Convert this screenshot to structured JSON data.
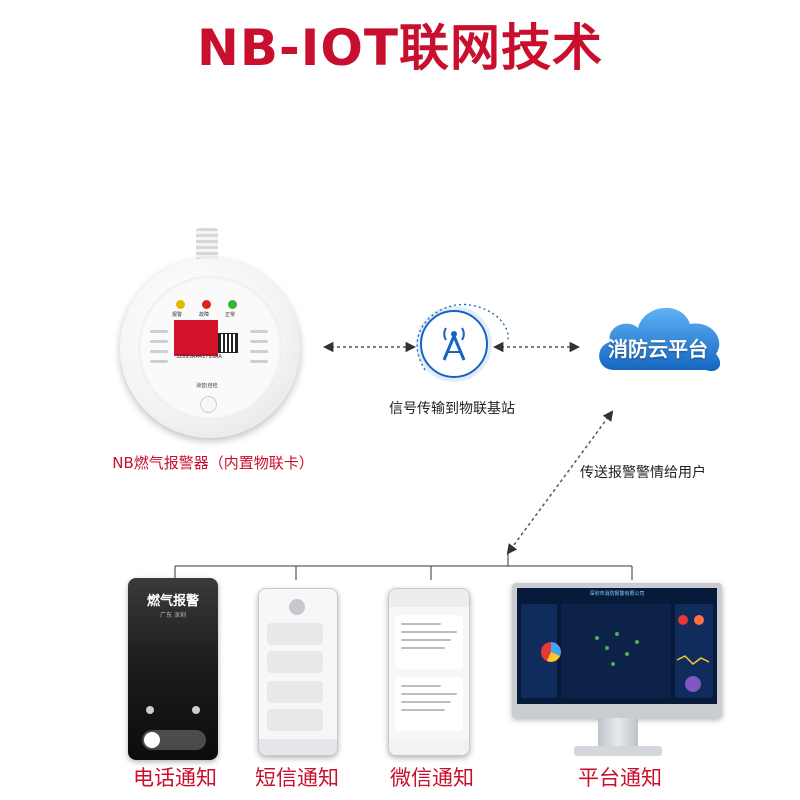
{
  "title": "NB-IOT联网技术",
  "detector": {
    "caption": "NB燃气报警器（内置物联卡）",
    "led_labels": [
      "报警",
      "故障",
      "正常"
    ],
    "serial": "32893AA4279SAA",
    "brand": "消音|自检"
  },
  "tower": {
    "caption": "信号传输到物联基站"
  },
  "cloud": {
    "label": "消防云平台"
  },
  "link": {
    "caption": "传送报警警情给用户"
  },
  "channels": [
    {
      "label": "电话通知"
    },
    {
      "label": "短信通知"
    },
    {
      "label": "微信通知"
    },
    {
      "label": "平台通知"
    }
  ],
  "call_screen": {
    "title": "燃气报警",
    "subtitle": "广东 深圳"
  },
  "platform_screen": {
    "header": "深圳市消防报警有限公司"
  },
  "colors": {
    "accent": "#c8102e",
    "tower": "#1565c0",
    "cloud": "#1e88e5"
  },
  "icons": [
    "signal-tower-icon",
    "cloud-icon",
    "phone-call-icon"
  ]
}
